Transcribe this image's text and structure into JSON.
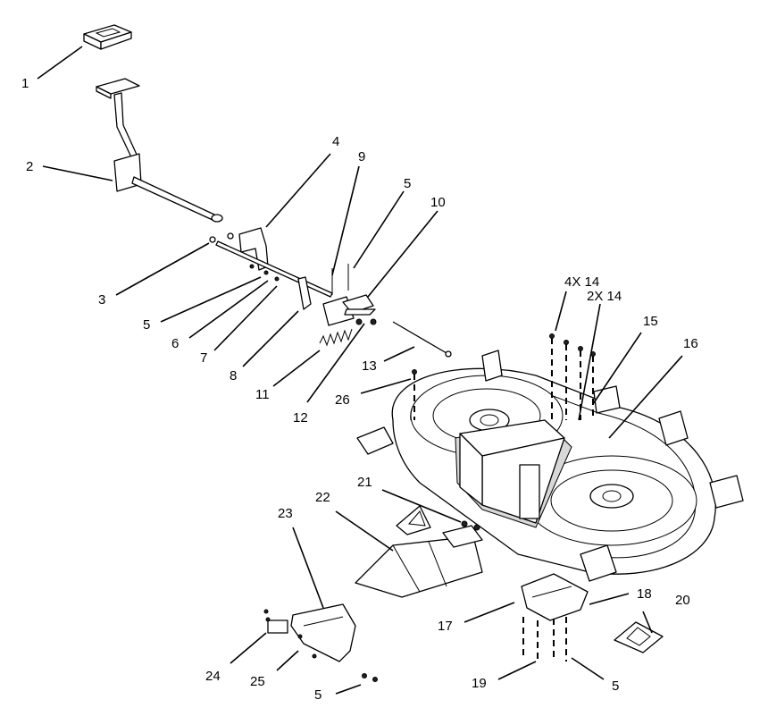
{
  "callouts": [
    {
      "id": "c1",
      "text": "1"
    },
    {
      "id": "c2",
      "text": "2"
    },
    {
      "id": "c3",
      "text": "3"
    },
    {
      "id": "c4",
      "text": "4"
    },
    {
      "id": "c5a",
      "text": "5"
    },
    {
      "id": "c5b",
      "text": "5"
    },
    {
      "id": "c5c",
      "text": "5"
    },
    {
      "id": "c5d",
      "text": "5"
    },
    {
      "id": "c6",
      "text": "6"
    },
    {
      "id": "c7",
      "text": "7"
    },
    {
      "id": "c8",
      "text": "8"
    },
    {
      "id": "c9",
      "text": "9"
    },
    {
      "id": "c10",
      "text": "10"
    },
    {
      "id": "c11",
      "text": "11"
    },
    {
      "id": "c12",
      "text": "12"
    },
    {
      "id": "c13",
      "text": "13"
    },
    {
      "id": "c14a",
      "text": "4X 14"
    },
    {
      "id": "c14b",
      "text": "2X 14"
    },
    {
      "id": "c15",
      "text": "15"
    },
    {
      "id": "c16",
      "text": "16"
    },
    {
      "id": "c17",
      "text": "17"
    },
    {
      "id": "c18",
      "text": "18"
    },
    {
      "id": "c19",
      "text": "19"
    },
    {
      "id": "c20",
      "text": "20"
    },
    {
      "id": "c21",
      "text": "21"
    },
    {
      "id": "c22",
      "text": "22"
    },
    {
      "id": "c23",
      "text": "23"
    },
    {
      "id": "c24",
      "text": "24"
    },
    {
      "id": "c25",
      "text": "25"
    },
    {
      "id": "c26",
      "text": "26"
    }
  ]
}
